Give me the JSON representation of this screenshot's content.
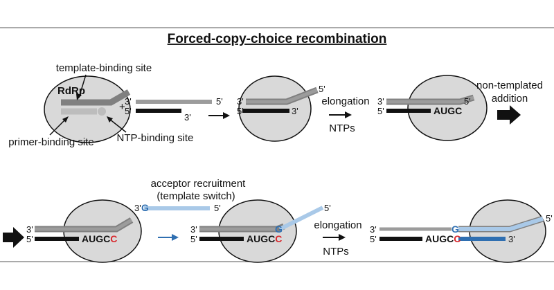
{
  "title": "Forced-copy-choice recombination",
  "labels": {
    "rdrp": "RdRp",
    "template_binding_site": "template-binding site",
    "primer_binding_site": "primer-binding site",
    "ntp_binding_site": "NTP-binding site",
    "plus": "+",
    "elongation_1": "elongation",
    "ntps_1": "NTPs",
    "non_templated": "non-templated",
    "addition": "addition",
    "acceptor_recruitment": "acceptor recruitment",
    "template_switch": "(template switch)",
    "elongation_2": "elongation",
    "ntps_2": "NTPs"
  },
  "ends": {
    "three": "3'",
    "five": "5'"
  },
  "sequence": {
    "body": "AUGC",
    "added": "C",
    "acceptor_base": "G"
  },
  "colors": {
    "template": "#9c9c9c",
    "nascent": "#111111",
    "acceptor": "#a9c9e8",
    "new_strand": "#2f6fb1",
    "added_base": "#d8262b",
    "polymerase": "#d9d9d9"
  }
}
